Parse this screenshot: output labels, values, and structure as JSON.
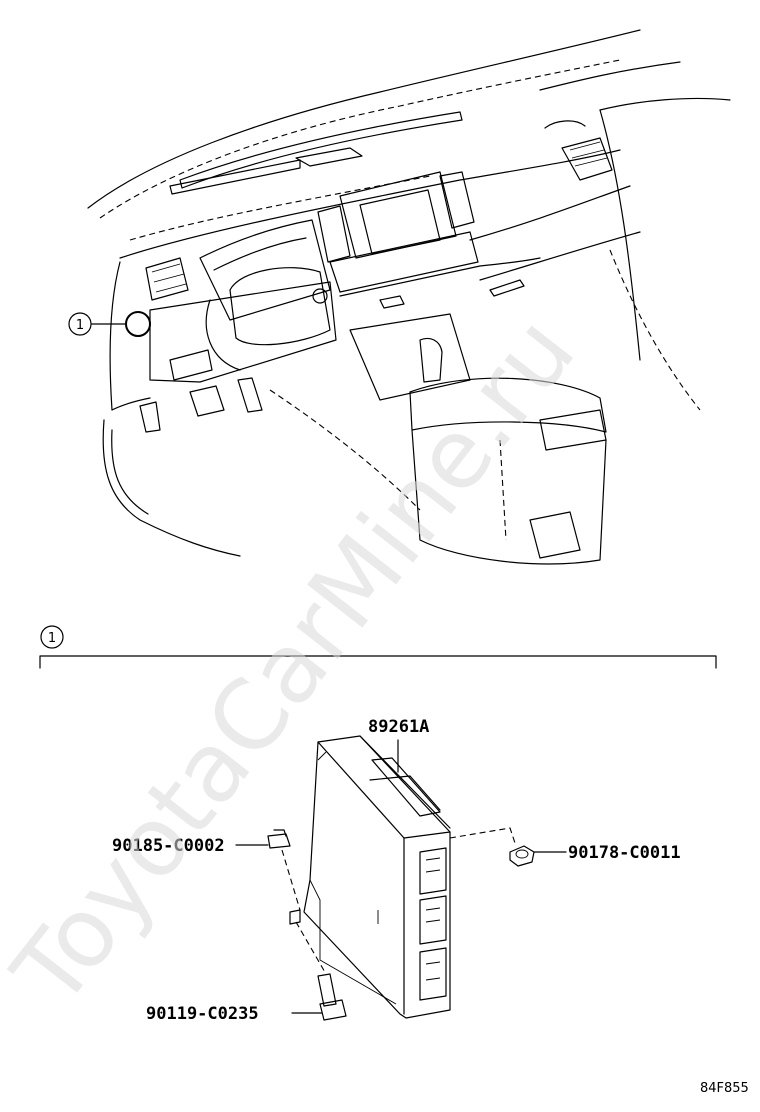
{
  "callout": {
    "number": "1"
  },
  "section": {
    "number": "1"
  },
  "parts": {
    "ecu": "89261A",
    "clip": "90185-C0002",
    "nut": "90178-C0011",
    "bolt": "90119-C0235"
  },
  "diagram_code": "84F855",
  "watermark": "ToyotaCarMine.ru"
}
